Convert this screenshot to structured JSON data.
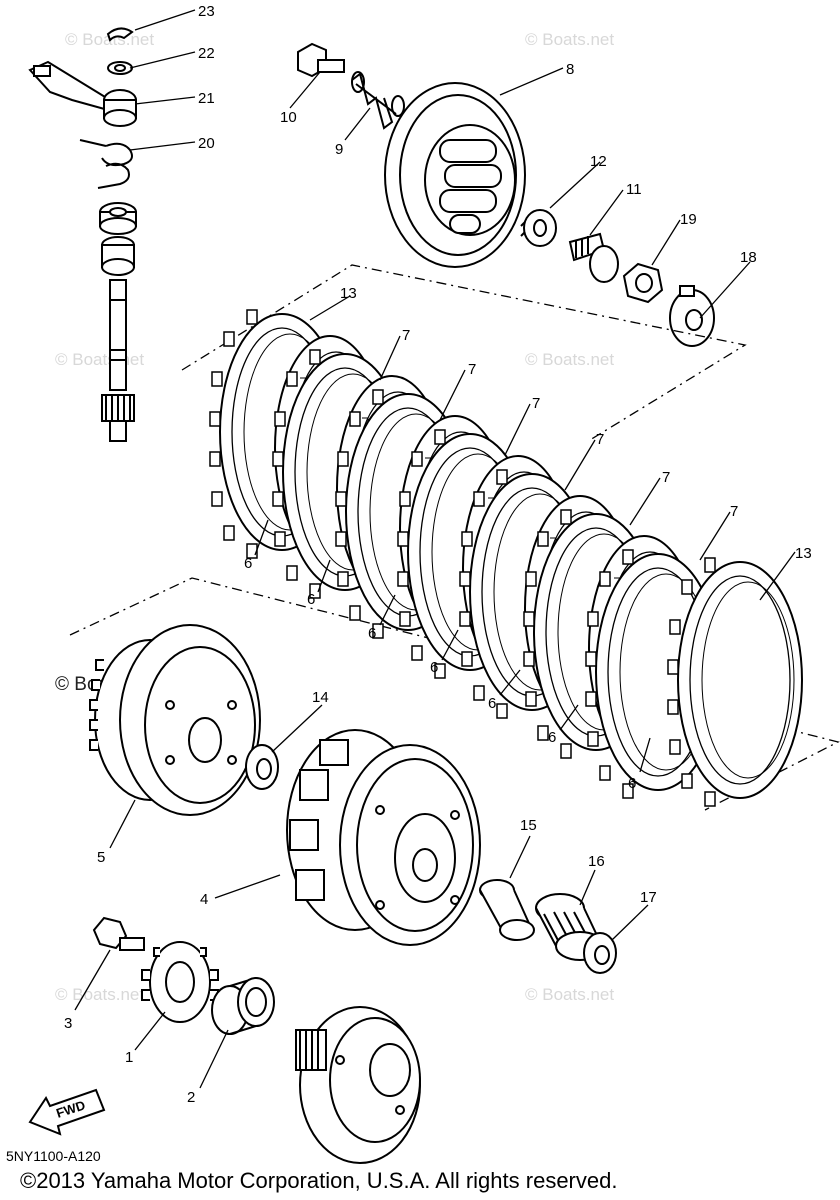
{
  "watermark": "© Boats.net",
  "diagram_code": "5NY1100-A120",
  "copyright": "©2013 Yamaha Motor Corporation, U.S.A. All rights reserved.",
  "fwd_label": "FWD",
  "labels": {
    "p1": "1",
    "p2": "2",
    "p3": "3",
    "p4": "4",
    "p5": "5",
    "p6": "6",
    "p7": "7",
    "p8": "8",
    "p9": "9",
    "p10": "10",
    "p11": "11",
    "p12": "12",
    "p13": "13",
    "p14": "14",
    "p15": "15",
    "p16": "16",
    "p17": "17",
    "p18": "18",
    "p19": "19",
    "p20": "20",
    "p21": "21",
    "p22": "22",
    "p23": "23"
  }
}
